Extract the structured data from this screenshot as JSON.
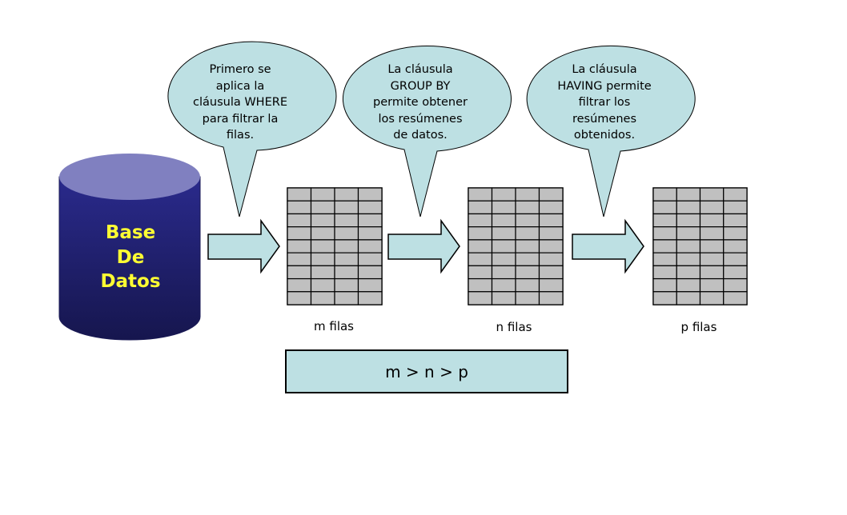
{
  "colors": {
    "bubble_fill": "#bde0e3",
    "arrow_fill": "#bde0e3",
    "cell_fill": "#c0c0c0",
    "db_top": "#8080c0",
    "db_body_top": "#2a2a8c",
    "db_body_bottom": "#16164e",
    "db_text": "#ffff33"
  },
  "database": {
    "label": "Base\nDe\nDatos",
    "icon": "database-cylinder"
  },
  "bubbles": [
    {
      "text": "Primero se\naplica la\ncláusula WHERE\npara filtrar la\nfilas."
    },
    {
      "text": "La cláusula\nGROUP BY\npermite obtener\nlos resúmenes\nde datos."
    },
    {
      "text": "La cláusula\nHAVING permite\nfiltrar los\nresúmenes\nobtenidos."
    }
  ],
  "tables": [
    {
      "label": "m filas",
      "rows": 9,
      "cols": 4
    },
    {
      "label": "n filas",
      "rows": 9,
      "cols": 4
    },
    {
      "label": "p filas",
      "rows": 9,
      "cols": 4
    }
  ],
  "summary": {
    "text": "m > n > p"
  }
}
